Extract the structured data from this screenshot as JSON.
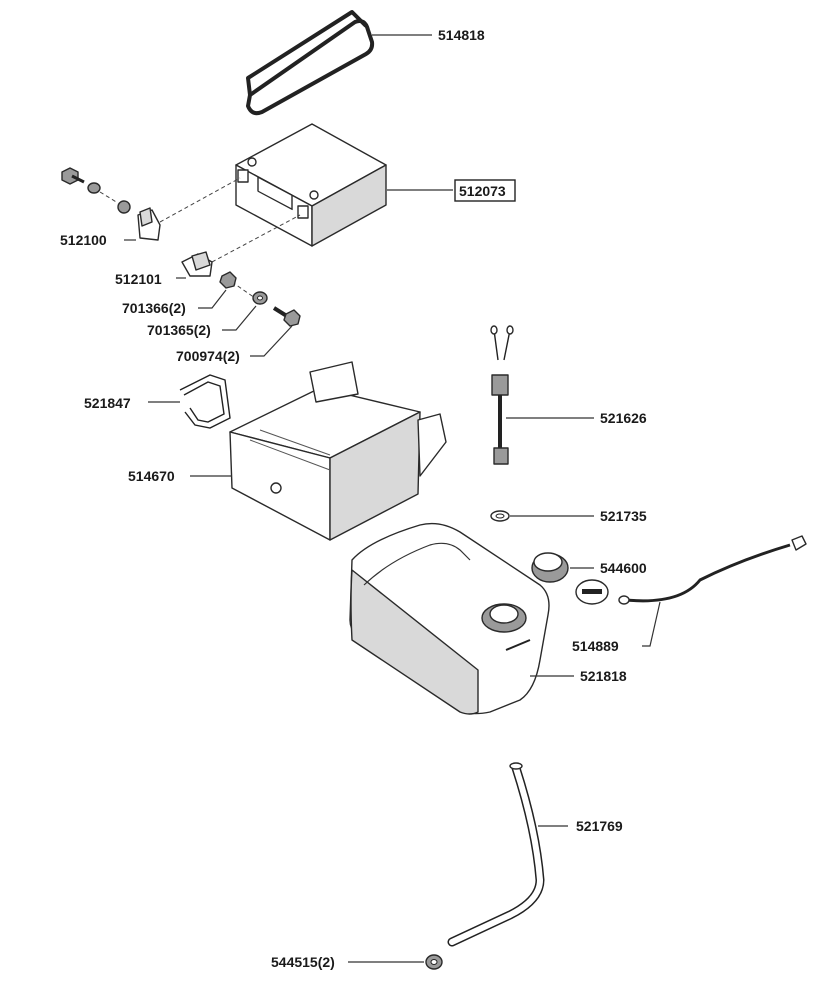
{
  "parts": {
    "p514818": "514818",
    "p512073": "512073",
    "p512100": "512100",
    "p512101": "512101",
    "p701366": "701366(2)",
    "p701365": "701365(2)",
    "p700974": "700974(2)",
    "p521626": "521626",
    "p521847": "521847",
    "p514670": "514670",
    "p521735": "521735",
    "p544600": "544600",
    "p514889": "514889",
    "p521818": "521818",
    "p521769": "521769",
    "p544515": "544515(2)"
  },
  "colors": {
    "line": "#2a2a2a",
    "shade": "#d9d9d9"
  }
}
